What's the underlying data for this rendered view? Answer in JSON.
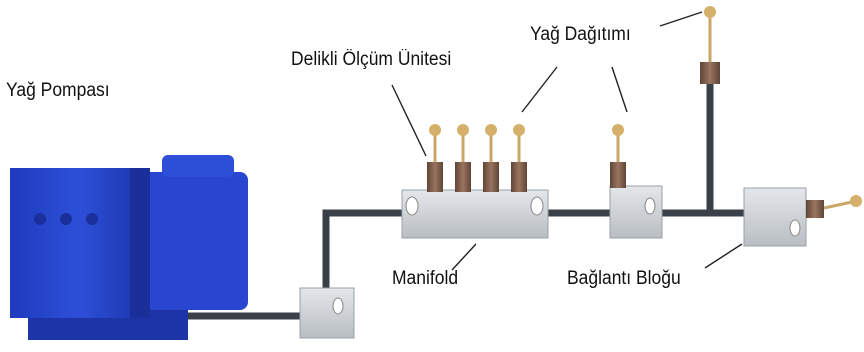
{
  "labels": {
    "pump": "Yağ Pompası",
    "meter": "Delikli Ölçüm Ünitesi",
    "distribution": "Yağ Dağıtımı",
    "manifold": "Manifold",
    "connection_block": "Bağlantı Bloğu"
  },
  "colors": {
    "pump_blue": "#2440c8",
    "pipe": "#3a4048",
    "block_grey": "#c9ced3",
    "brass": "#c9a869",
    "bronze": "#7a5a48",
    "leader": "#222222"
  }
}
